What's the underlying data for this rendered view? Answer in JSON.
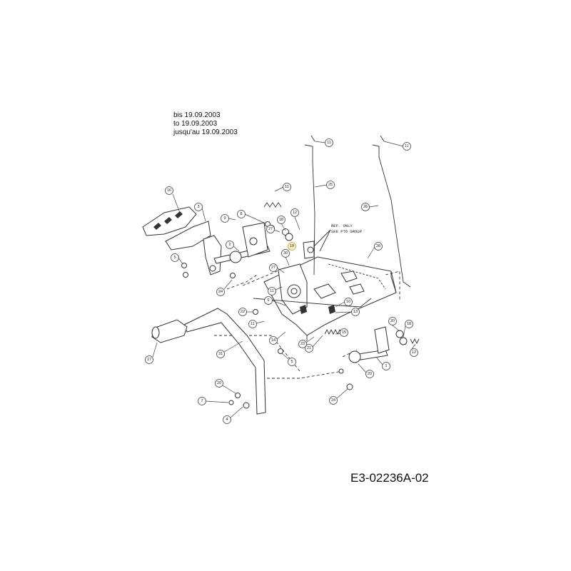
{
  "date_note": {
    "de": "bis 19.09.2003",
    "en": "to 19.09.2003",
    "fr": "jusqu'au 19.09.2003"
  },
  "ref_note": {
    "line1": "REF. ONLY",
    "line2": "SEE PTO GROUP"
  },
  "drawing_code": "E3-02236A-02",
  "callouts": {
    "c11a": "11",
    "c11b": "11",
    "c25": "25",
    "c26": "26",
    "c11c": "11",
    "c16": "16",
    "c3": "3",
    "c9": "9",
    "c8": "8",
    "c12a": "12",
    "c18a": "18",
    "c27a": "27",
    "c2": "2",
    "c30": "30",
    "c19": "19",
    "c28": "28",
    "c5": "5",
    "c27b": "27",
    "c24a": "24",
    "c11d": "11",
    "c6": "6",
    "c22": "22",
    "c11e": "11",
    "c10": "10",
    "c13": "13",
    "c14": "14",
    "c23": "23",
    "c15": "15",
    "c20a": "20",
    "c18b": "18",
    "c12b": "12",
    "c21": "21",
    "c17": "17",
    "c31": "31",
    "c5b": "5",
    "c20b": "20",
    "c1": "1",
    "c20c": "20",
    "c7": "7",
    "c4": "4",
    "c24b": "24"
  }
}
